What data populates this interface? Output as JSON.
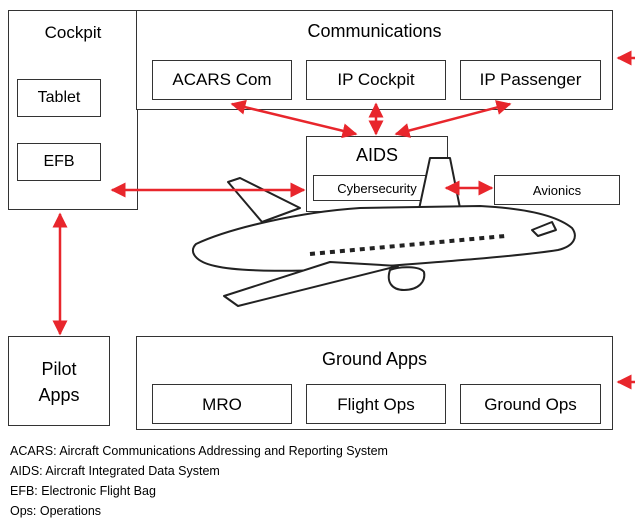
{
  "cockpit": {
    "title": "Cockpit",
    "items": [
      "Tablet",
      "EFB"
    ]
  },
  "communications": {
    "title": "Communications",
    "items": [
      "ACARS Com",
      "IP Cockpit",
      "IP Passenger"
    ]
  },
  "aids": {
    "title": "AIDS",
    "sub": "Cybersecurity"
  },
  "avionics": {
    "label": "Avionics"
  },
  "pilot_apps": {
    "label_line1": "Pilot",
    "label_line2": "Apps"
  },
  "ground_apps": {
    "title": "Ground Apps",
    "items": [
      "MRO",
      "Flight Ops",
      "Ground Ops"
    ]
  },
  "legend": [
    "ACARS: Aircraft Communications Addressing and Reporting System",
    "AIDS: Aircraft Integrated Data System",
    "EFB: Electronic Flight Bag",
    "Ops: Operations"
  ],
  "colors": {
    "arrow": "#e8262c",
    "border": "#333333"
  }
}
